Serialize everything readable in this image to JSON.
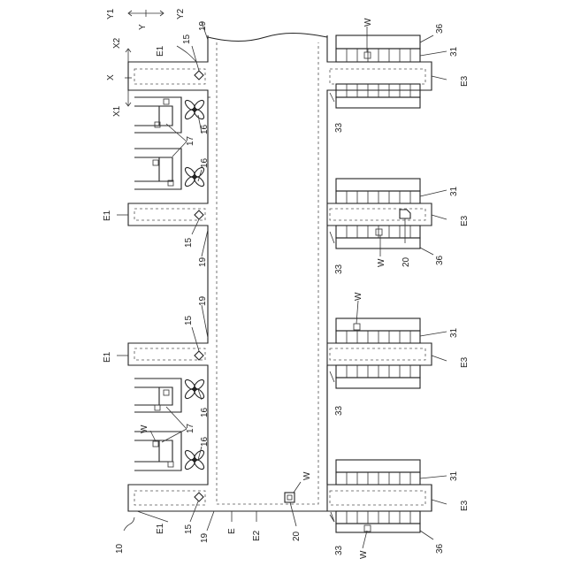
{
  "axes": {
    "y": "Y",
    "y1": "Y1",
    "y2": "Y2",
    "x": "X",
    "x1": "X1",
    "x2": "X2"
  },
  "labels": {
    "n10": "10",
    "n15": "15",
    "n16": "16",
    "n17": "17",
    "n19": "19",
    "n20": "20",
    "n31": "31",
    "n33": "33",
    "n36": "36",
    "E": "E",
    "E1": "E1",
    "E2": "E2",
    "E3": "E3",
    "W": "W"
  }
}
